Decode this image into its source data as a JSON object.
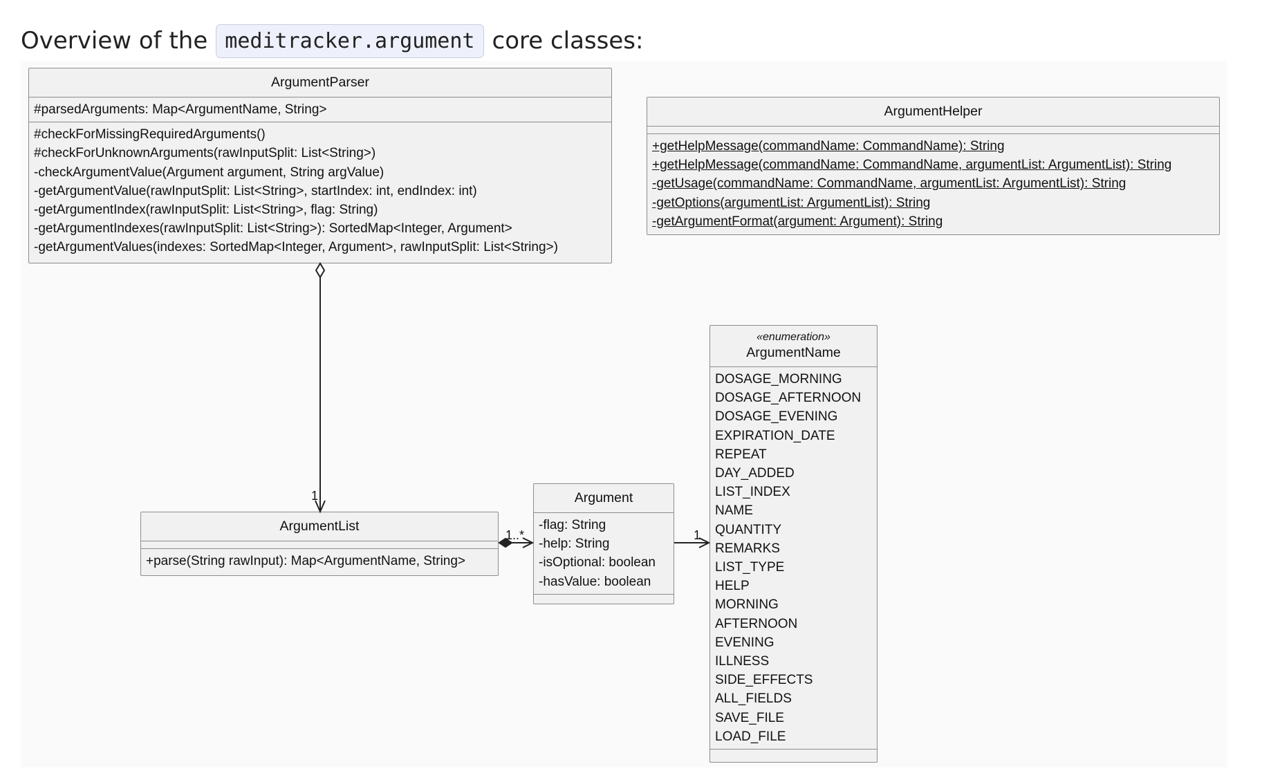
{
  "heading": {
    "prefix": "Overview of the",
    "code": "meditracker.argument",
    "suffix": "core classes:"
  },
  "classes": {
    "argument_parser": {
      "name": "ArgumentParser",
      "fields": [
        "#parsedArguments: Map<ArgumentName, String>"
      ],
      "methods": [
        "#checkForMissingRequiredArguments()",
        "#checkForUnknownArguments(rawInputSplit: List<String>)",
        "-checkArgumentValue(Argument argument, String argValue)",
        "-getArgumentValue(rawInputSplit: List<String>, startIndex: int, endIndex: int)",
        "-getArgumentIndex(rawInputSplit: List<String>, flag: String)",
        "-getArgumentIndexes(rawInputSplit: List<String>): SortedMap<Integer, Argument>",
        "-getArgumentValues(indexes: SortedMap<Integer, Argument>, rawInputSplit: List<String>)"
      ]
    },
    "argument_helper": {
      "name": "ArgumentHelper",
      "fields": [],
      "methods": [
        "+getHelpMessage(commandName: CommandName): String",
        "+getHelpMessage(commandName: CommandName, argumentList: ArgumentList): String",
        "-getUsage(commandName: CommandName, argumentList: ArgumentList): String",
        "-getOptions(argumentList: ArgumentList): String",
        "-getArgumentFormat(argument: Argument): String"
      ]
    },
    "argument_list": {
      "name": "ArgumentList",
      "fields": [],
      "methods": [
        "+parse(String rawInput): Map<ArgumentName, String>"
      ]
    },
    "argument": {
      "name": "Argument",
      "fields": [
        "-flag: String",
        "-help: String",
        "-isOptional: boolean",
        "-hasValue: boolean"
      ],
      "methods": []
    },
    "argument_name": {
      "stereotype": "«enumeration»",
      "name": "ArgumentName",
      "values": [
        "DOSAGE_MORNING",
        "DOSAGE_AFTERNOON",
        "DOSAGE_EVENING",
        "EXPIRATION_DATE",
        "REPEAT",
        "DAY_ADDED",
        "LIST_INDEX",
        "NAME",
        "QUANTITY",
        "REMARKS",
        "LIST_TYPE",
        "HELP",
        "MORNING",
        "AFTERNOON",
        "EVENING",
        "ILLNESS",
        "SIDE_EFFECTS",
        "ALL_FIELDS",
        "SAVE_FILE",
        "LOAD_FILE"
      ]
    }
  },
  "relations": {
    "parser_to_list": {
      "multiplicity_target": "1"
    },
    "list_to_argument": {
      "multiplicity_target": "1..*"
    },
    "argument_to_name": {
      "multiplicity_target": "1"
    }
  },
  "colors": {
    "box_fill": "#f1f1f1",
    "box_border": "#8c8c8c",
    "code_background": "#eef0fb",
    "arrow": "#222222"
  }
}
